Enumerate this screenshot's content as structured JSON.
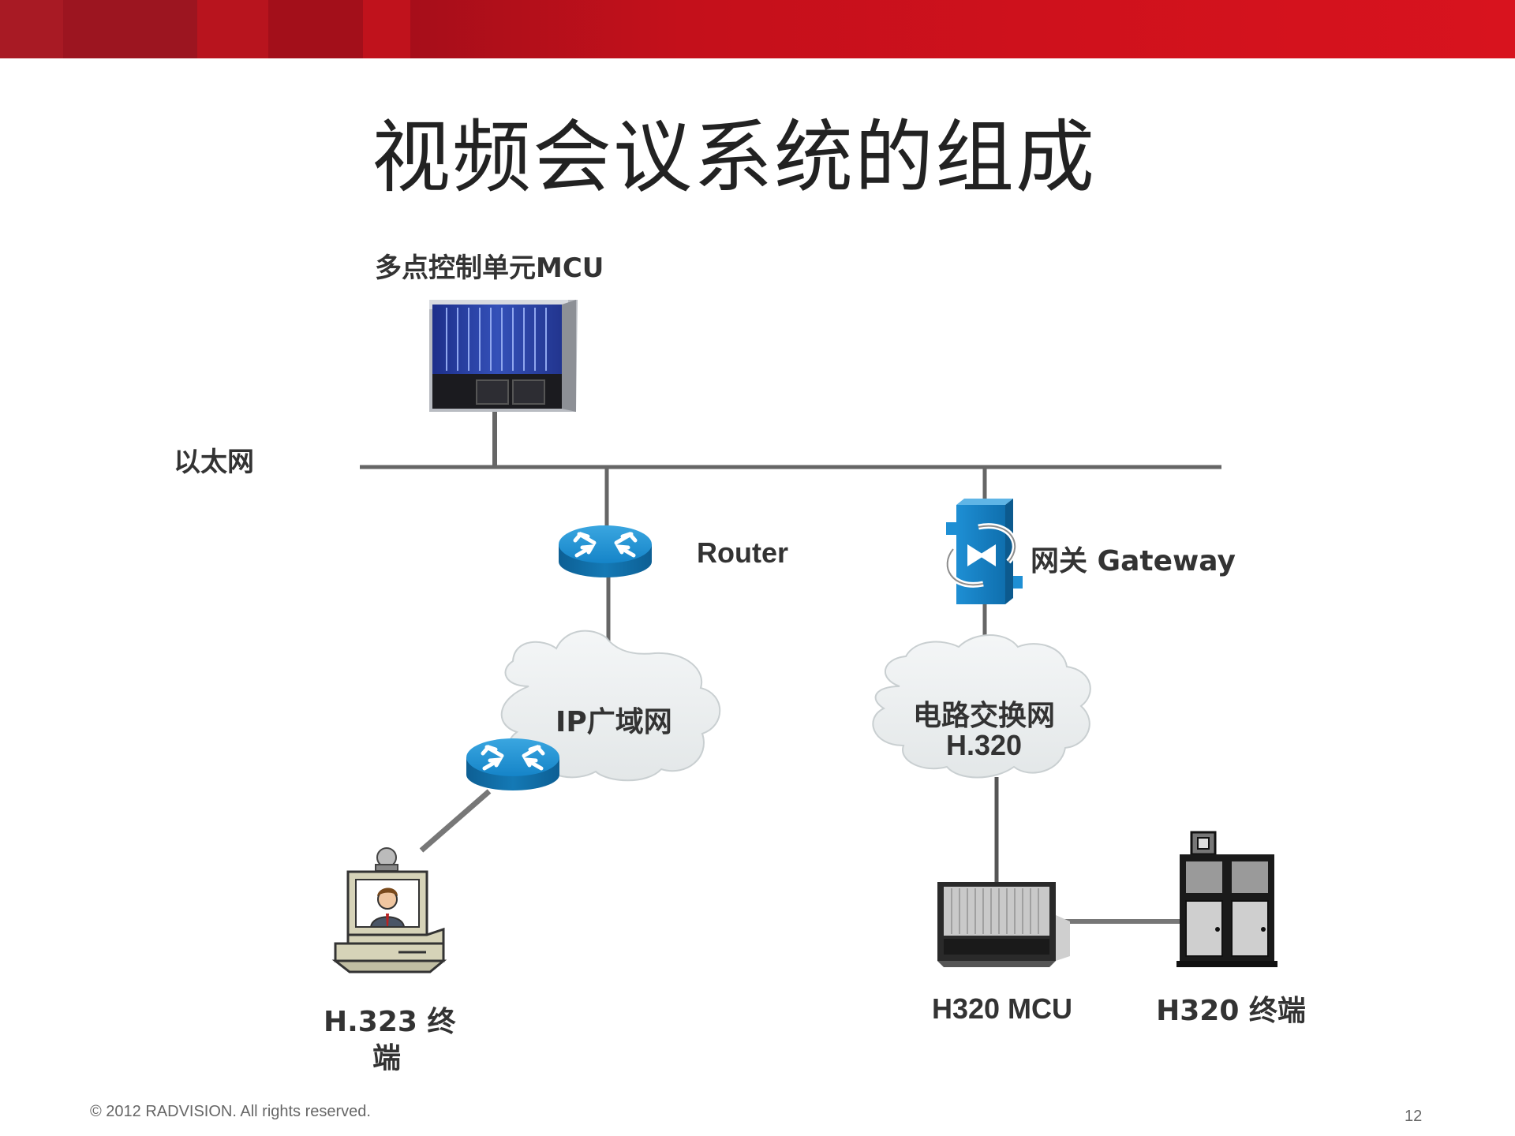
{
  "slide": {
    "title": "视频会议系统的组成",
    "footer": "© 2012 RADVISION. All rights reserved.",
    "page_number": "12"
  },
  "diagram": {
    "mcu_label": "多点控制单元MCU",
    "ethernet_label": "以太网",
    "router_label": "Router",
    "gateway_label": "网关 Gateway",
    "ip_wan_label": "IP广域网",
    "circuit_net_label_line1": "电路交换网",
    "circuit_net_label_line2": "H.320",
    "h323_terminal_label_line1": "H.323 终",
    "h323_terminal_label_line2": "端",
    "h320_mcu_label": "H320 MCU",
    "h320_terminal_label": "H320 终端"
  },
  "colors": {
    "brand_red": "#c8101b",
    "router_blue": "#1a8ed0",
    "mcu_blue": "#2a3f9e",
    "cloud_fill": "#eef1f2",
    "line_gray": "#555555"
  },
  "icons": {
    "router": "router-icon",
    "gateway": "gateway-icon",
    "mcu": "mcu-server-icon",
    "terminal": "videoconference-terminal-icon",
    "h320_mcu": "h320-mcu-icon",
    "h320_terminal": "h320-terminal-icon",
    "cloud": "cloud-icon"
  }
}
